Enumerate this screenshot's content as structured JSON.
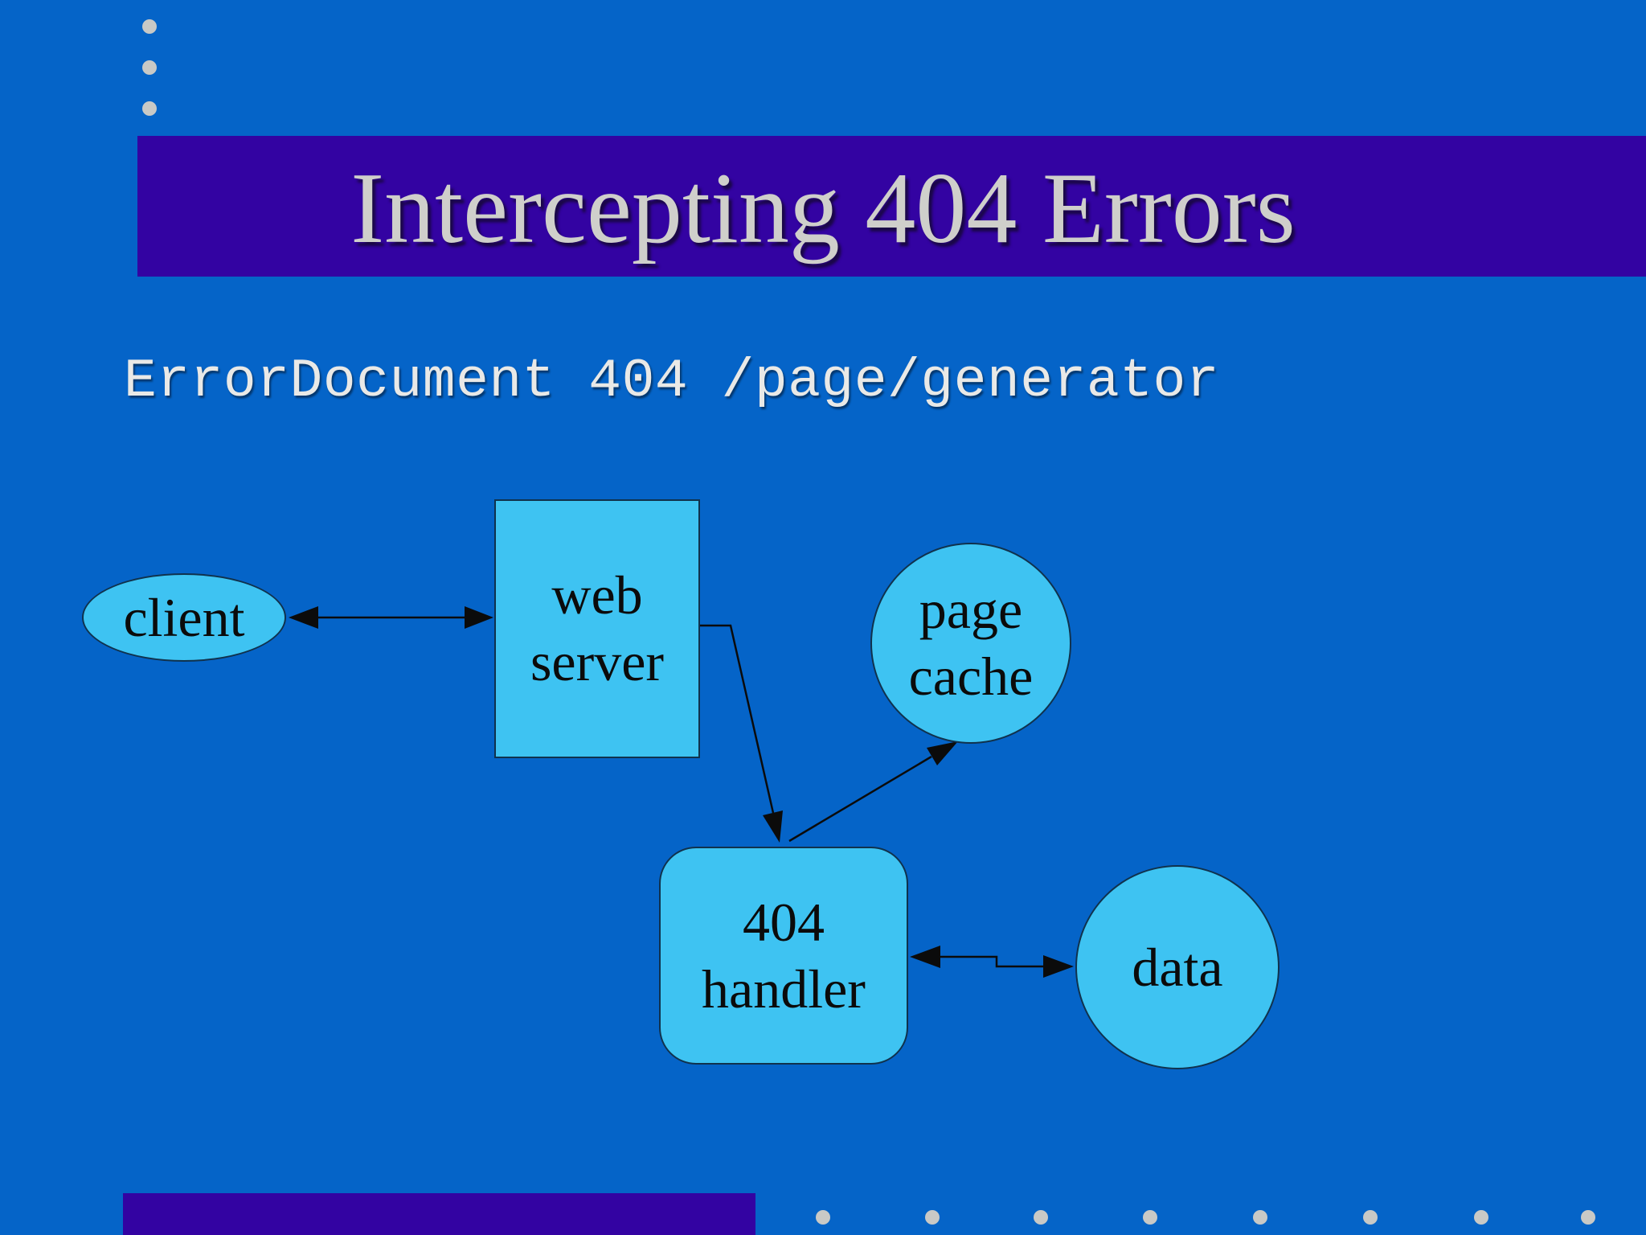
{
  "slide": {
    "title": "Intercepting 404 Errors",
    "code_line": "ErrorDocument 404 /page/generator"
  },
  "diagram": {
    "nodes": [
      {
        "id": "client",
        "label": "client",
        "shape": "ellipse"
      },
      {
        "id": "web-server",
        "label": "web\nserver",
        "shape": "rectangle"
      },
      {
        "id": "page-cache",
        "label": "page\ncache",
        "shape": "circle"
      },
      {
        "id": "handler-404",
        "label": "404\nhandler",
        "shape": "rounded-rectangle"
      },
      {
        "id": "data",
        "label": "data",
        "shape": "circle"
      }
    ],
    "edges": [
      {
        "from": "client",
        "to": "web-server",
        "arrows": "both"
      },
      {
        "from": "web-server",
        "to": "handler-404",
        "arrows": "to"
      },
      {
        "from": "handler-404",
        "to": "page-cache",
        "arrows": "to"
      },
      {
        "from": "handler-404",
        "to": "data",
        "arrows": "both"
      }
    ]
  },
  "decorations": {
    "top_left_dot_count": 3,
    "bottom_right_dot_count": 8
  },
  "colors": {
    "background": "#0564C8",
    "title_bar": "#3303A2",
    "bottom_bar": "#3303A2",
    "node_fill": "#3EC3F2",
    "node_outline": "#081930",
    "title_text": "#CFCFCB",
    "code_text": "#E9E9E7",
    "node_text": "#0B0B0B",
    "dot": "#C9C9C6",
    "arrow": "#0B0B0B"
  }
}
